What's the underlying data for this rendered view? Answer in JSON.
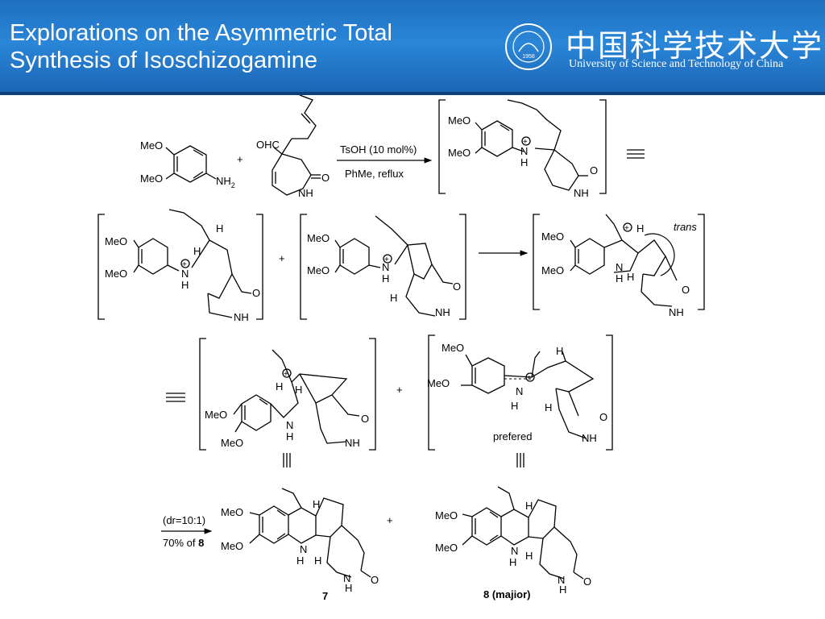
{
  "header": {
    "title_line1": "Explorations on the Asymmetric Total",
    "title_line2": "Synthesis of Isoschizogamine",
    "university_cn": "中国科学技术大学",
    "university_en": "University of Science and Technology of China",
    "logo_year": "1958",
    "accent_color": "#1f6fc0"
  },
  "labels": {
    "meo": "MeO",
    "ohc": "OHC",
    "nh2": "NH",
    "sub2": "2",
    "nh": "NH",
    "n": "N",
    "h": "H",
    "o": "O",
    "plus": "+",
    "charge": "+"
  },
  "reaction": {
    "reagent_top": "TsOH (10 mol%)",
    "reagent_bottom": "PhMe, reflux",
    "trans": "trans",
    "prefered": "prefered",
    "dr": "(dr=10:1)",
    "yield_prefix": "70% of ",
    "yield_bold": "8",
    "compound_7": "7",
    "compound_8": "8 (majior)"
  }
}
